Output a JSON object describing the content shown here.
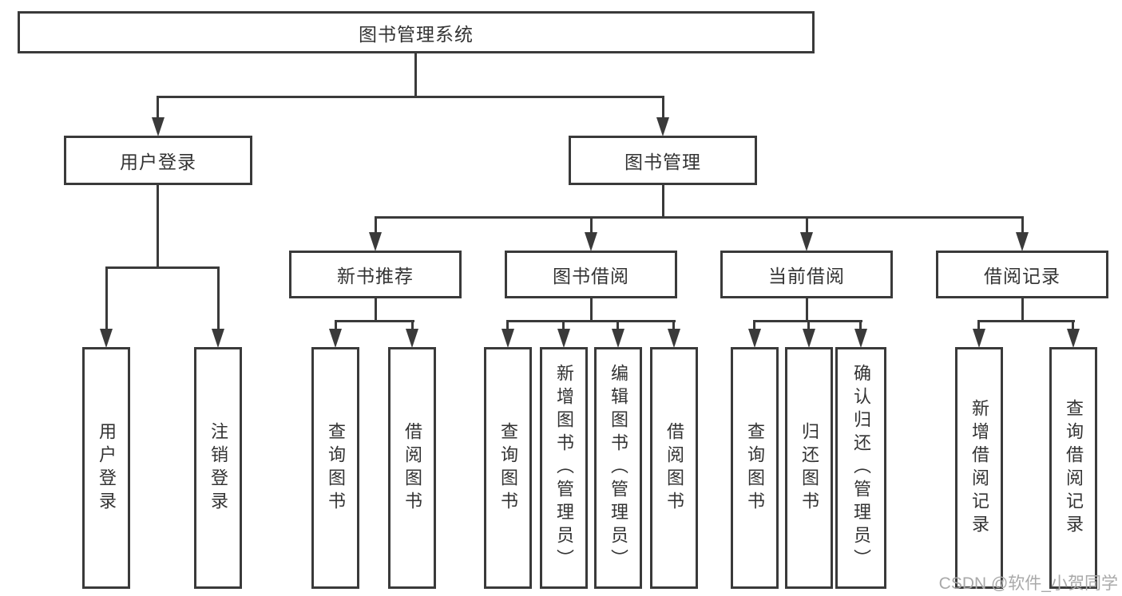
{
  "diagram": {
    "type": "hierarchy-tree",
    "root": {
      "label": "图书管理系统",
      "children": [
        {
          "label": "用户登录",
          "children": [
            {
              "label": "用户登录"
            },
            {
              "label": "注销登录"
            }
          ]
        },
        {
          "label": "图书管理",
          "children": [
            {
              "label": "新书推荐",
              "children": [
                {
                  "label": "查询图书"
                },
                {
                  "label": "借阅图书"
                }
              ]
            },
            {
              "label": "图书借阅",
              "children": [
                {
                  "label": "查询图书"
                },
                {
                  "label": "新增图书（管理员）"
                },
                {
                  "label": "编辑图书（管理员）"
                },
                {
                  "label": "借阅图书"
                }
              ]
            },
            {
              "label": "当前借阅",
              "children": [
                {
                  "label": "查询图书"
                },
                {
                  "label": "归还图书"
                },
                {
                  "label": "确认归还（管理员）"
                }
              ]
            },
            {
              "label": "借阅记录",
              "children": [
                {
                  "label": "新增借阅记录"
                },
                {
                  "label": "查询借阅记录"
                }
              ]
            }
          ]
        }
      ]
    }
  },
  "watermark": "CSDN @软件_小贺同学",
  "colors": {
    "line": "#3a3a3a",
    "text": "#333333",
    "background": "#ffffff",
    "watermark": "#a9a9a9"
  }
}
